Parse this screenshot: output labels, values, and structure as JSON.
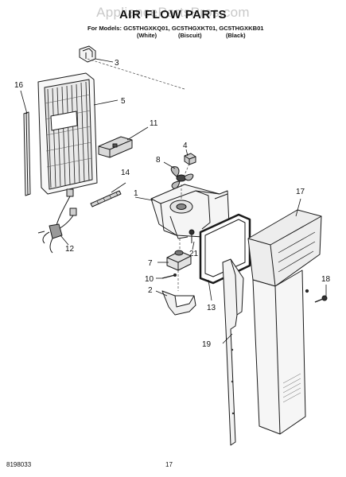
{
  "header": {
    "watermark": "AppliancePartsPros.com",
    "title": "AIR FLOW PARTS",
    "models_line": "For Models: GC5THGXKQ01, GC5THGXKT01, GC5THGXKB01",
    "variants": [
      "(White)",
      "(Biscuit)",
      "(Black)"
    ]
  },
  "callouts": [
    "1",
    "2",
    "3",
    "4",
    "5",
    "7",
    "8",
    "10",
    "11",
    "12",
    "13",
    "14",
    "16",
    "17",
    "18",
    "19",
    "21"
  ],
  "footer": {
    "doc_number": "8198033",
    "page_number": "17"
  }
}
